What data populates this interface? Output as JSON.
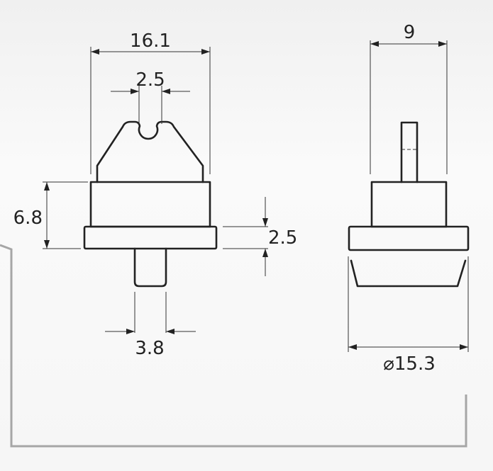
{
  "dimensions": {
    "width_16_1": "16.1",
    "slot_2_5": "2.5",
    "height_6_8": "6.8",
    "flange_2_5": "2.5",
    "pin_3_8": "3.8",
    "width_9": "9",
    "diameter_15_3": "⌀15.3"
  },
  "colors": {
    "line": "#222222",
    "frame": "#a6a6a6",
    "background": "#f4f4f4"
  }
}
